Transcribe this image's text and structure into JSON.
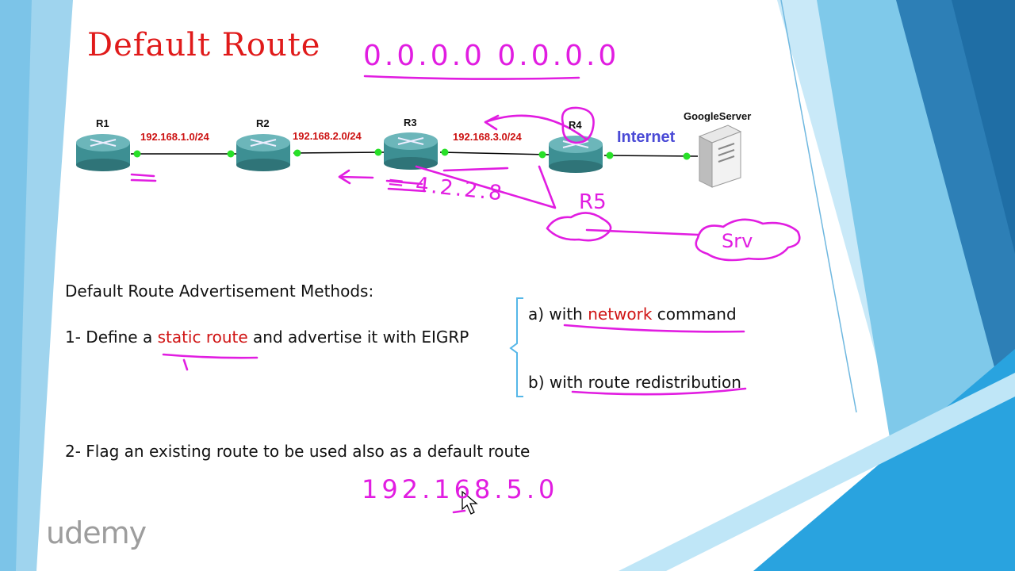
{
  "slide": {
    "title": "Default Route",
    "title_color": "#e01a1a",
    "handwritten_address": "0.0.0.0 0.0.0.0",
    "ink_color": "#e11de1"
  },
  "topology": {
    "routers": [
      "R1",
      "R2",
      "R3",
      "R4"
    ],
    "networks": [
      "192.168.1.0/24",
      "192.168.2.0/24",
      "192.168.3.0/24"
    ],
    "internet_label": "Internet",
    "server_label": "GoogleServer",
    "annotations": {
      "r5_label": "R5",
      "eq_note": "= 4.2.2.8",
      "cloud_text": "Srv"
    }
  },
  "content": {
    "heading": "Default Route Advertisement Methods:",
    "method1_prefix": "1- Define a ",
    "method1_highlight": "static route",
    "method1_suffix": " and advertise it with EIGRP",
    "option_a_prefix": "a) with ",
    "option_a_highlight": "network",
    "option_a_suffix": " command",
    "option_b": "b) with route redistribution",
    "method2": "2- Flag an existing route to be used also as a default route",
    "handwritten_ip": "192.168.5.0"
  },
  "branding": {
    "logo_text": "udemy"
  }
}
